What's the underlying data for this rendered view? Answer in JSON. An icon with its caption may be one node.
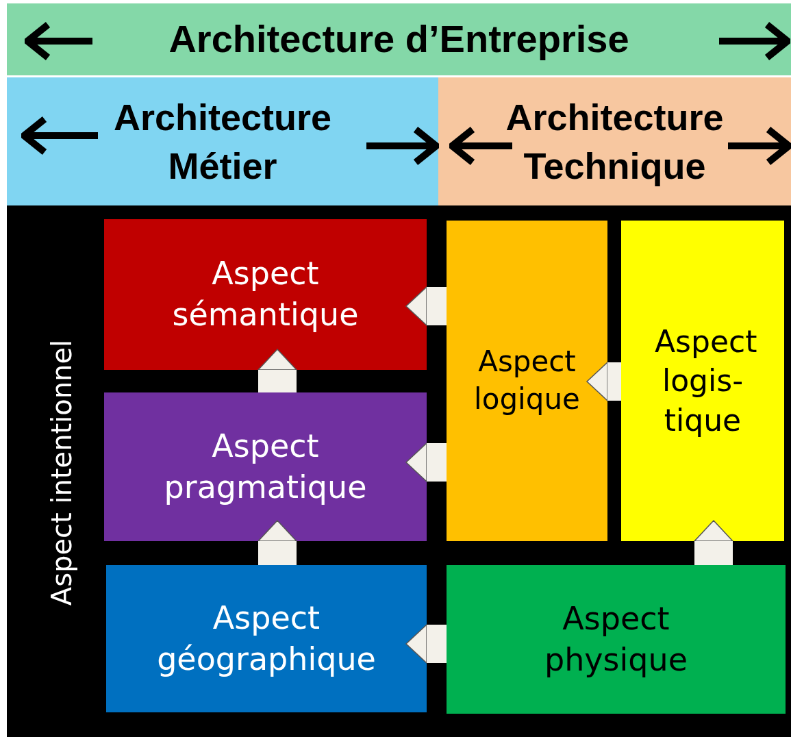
{
  "diagram": {
    "nodes": [
      {
        "text": [
          "Architecture d’Entreprise"
        ]
      },
      {
        "text": [
          "Architecture Métier"
        ]
      },
      {
        "text": [
          "Architecture Technique"
        ]
      },
      {
        "text": [
          "Aspect intentionnel"
        ]
      },
      {
        "text": [
          "Aspect sémantique"
        ],
        "in": 3
      },
      {
        "text": [
          "Aspect pragmatique"
        ],
        "in": 3
      },
      {
        "text": [
          "Aspect géographique"
        ],
        "in": 3
      },
      {
        "text": [
          "Aspect logique"
        ],
        "in": 3
      },
      {
        "text": [
          "Aspect logis- tique"
        ],
        "in": 3
      },
      {
        "text": [
          "Aspect physique"
        ],
        "in": 3
      }
    ],
    "edges": [
      {
        "from": 7,
        "to": 4,
        "arrow": "to"
      },
      {
        "from": 5,
        "to": 4,
        "arrow": "to"
      },
      {
        "from": 7,
        "to": 5,
        "arrow": "to"
      },
      {
        "from": 6,
        "to": 5,
        "arrow": "to"
      },
      {
        "from": 9,
        "to": 6,
        "arrow": "to"
      },
      {
        "from": 8,
        "to": 7,
        "arrow": "to"
      },
      {
        "from": 9,
        "to": 8,
        "arrow": "to"
      }
    ]
  }
}
